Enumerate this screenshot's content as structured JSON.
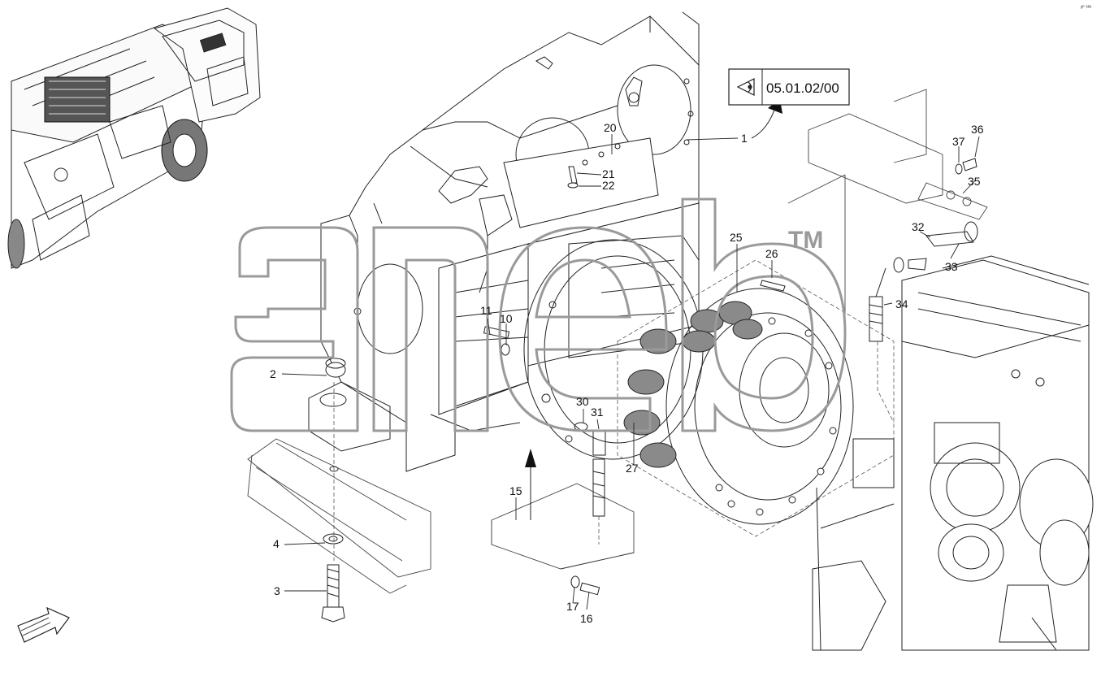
{
  "corner_mark": "ᵍᴾ ᵇᵇᵇ",
  "reference": {
    "code": "05.01.02/00",
    "icon": "view-eye-icon"
  },
  "watermark": {
    "text": "aneb",
    "trademark": "TM"
  },
  "callouts": {
    "c1": "1",
    "c2": "2",
    "c3": "3",
    "c4": "4",
    "c10": "10",
    "c11": "11",
    "c15": "15",
    "c16": "16",
    "c17": "17",
    "c20": "20",
    "c21": "21",
    "c22": "22",
    "c25": "25",
    "c26": "26",
    "c27": "27",
    "c30": "30",
    "c31": "31",
    "c32": "32",
    "c33": "33",
    "c34": "34",
    "c35": "35",
    "c36": "36",
    "c37": "37"
  }
}
